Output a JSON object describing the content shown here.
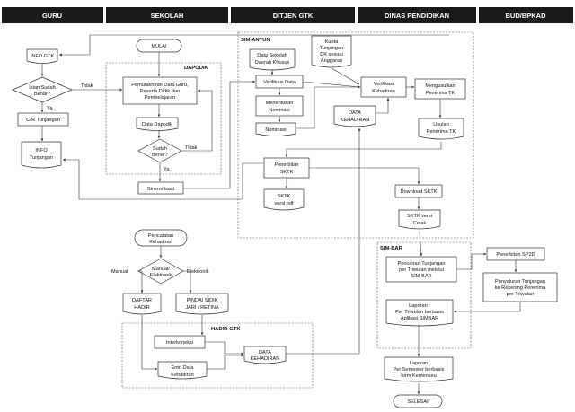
{
  "lanes": [
    "GURU",
    "SEKOLAH",
    "DITJEN GTK",
    "DINAS PENDIDIKAN",
    "BUD/BPKAD"
  ],
  "groups": {
    "dapodik": "DAPODIK",
    "sim_antun": "SIM-ANTUN",
    "hadir_gtk": "HADIR-GTK",
    "sim_bar": "SIM-BAR"
  },
  "nodes": {
    "info_gtk": "INFO GTK",
    "isian_q1": "Isian Sudah",
    "isian_q2": "Benar?",
    "cek_tunjangan": "Cek Tunjangan",
    "info_tunj_1": "INFO",
    "info_tunj_2": "Tunjangan",
    "mulai": "MULAI",
    "pemut_1": "Pemutakhiran Data Guru,",
    "pemut_2": "Peserta Didik dan",
    "pemut_3": "Pembelajaran",
    "data_dapodik": "Data Dapodik",
    "sudah_q1": "Sudah",
    "sudah_q2": "Benar?",
    "sinkronisasi": "Sinkronisasi",
    "data_sek_1": "Data Sekolah",
    "data_sek_2": "Daerah Khusus",
    "verifikasi_data": "Verifikasi Data",
    "menentukan_1": "Menentukan",
    "menentukan_2": "Nominasi",
    "nominasi": "Nominasi",
    "kuota_1": "Kuota",
    "kuota_2": "Tunjangan",
    "kuota_3": "DK sesuai",
    "kuota_4": "Anggaran",
    "verif_keh_1": "Verifikasi",
    "verif_keh_2": "Kehadiran",
    "mengusulkan_1": "Mengusulkan",
    "mengusulkan_2": "Penerima TK",
    "data_keh_1": "DATA",
    "data_keh_2": "KEHADIRAN",
    "usulan_1": "Usulan",
    "usulan_2": "Penerima TK",
    "penerbitan_1": "Penerbitan",
    "penerbitan_2": "SKTK",
    "sktk_pdf_1": "SKTK",
    "sktk_pdf_2": "versi pdf",
    "download_sktk": "Download SKTK",
    "sktk_cetak_1": "SKTK versi",
    "sktk_cetak_2": "Cetak",
    "pencatatan_1": "Pencatatan",
    "pencatatan_2": "Kehadiran",
    "manual_q1": "Manual/",
    "manual_q2": "Elektronik",
    "daftar_1": "DAFTAR",
    "daftar_2": "HADIR",
    "pindai_1": "PINDAI SIDIK",
    "pindai_2": "JARI / RETINA",
    "interkoneksi": "Interkoneksi",
    "entri_1": "Entri Data",
    "entri_2": "Kehadiran",
    "data_keh2_1": "DATA",
    "data_keh2_2": "KEHADIRAN",
    "pencairan_1": "Pencairan Tunjangan",
    "pencairan_2": "per Triwulan melalui",
    "pencairan_3": "SIM-BAR",
    "laporan_tw_1": "Laporan :",
    "laporan_tw_2": "Per Triwulan berbasis",
    "laporan_tw_3": "Aplikasi SIMBAR",
    "laporan_sm_1": "Laporan",
    "laporan_sm_2": "Per Semester berbasis",
    "laporan_sm_3": "form Kemenkeu",
    "selesai": "SELESAI",
    "sp2d": "Penerbitan SP2D",
    "penyaluran_1": "Penyaluran Tunjangan",
    "penyaluran_2": "ke Rekening Penerima",
    "penyaluran_3": "per Triwulan"
  },
  "edge_labels": {
    "tidak_1": "Tidak",
    "ya_1": "Ya",
    "tidak_2": "Tidak",
    "ya_2": "Ya",
    "manual": "Manual",
    "elektronik": "Elektronik"
  }
}
